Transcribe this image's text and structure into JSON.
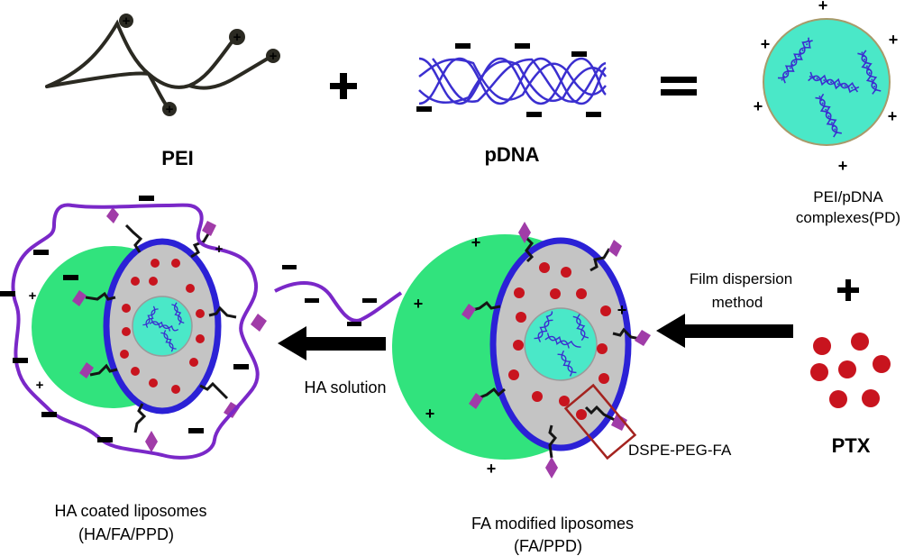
{
  "labels": {
    "pei": "PEI",
    "pdna": "pDNA",
    "pd_line1": "PEI/pDNA",
    "pd_line2": "complexes(PD)",
    "film_line1": "Film dispersion",
    "film_line2": "method",
    "ptx": "PTX",
    "dspe": "DSPE-PEG-FA",
    "ha_solution": "HA solution",
    "ha_lipo_line1": "HA coated liposomes",
    "ha_lipo_line2": "(HA/FA/PPD)",
    "fa_lipo_line1": "FA modified liposomes",
    "fa_lipo_line2": "(FA/PPD)"
  },
  "colors": {
    "pei_chain": "#2b2a22",
    "cation_red": "#c8102e",
    "dna_blue": "#3b2fd0",
    "complex_core": "#4ae8c8",
    "liposome_green": "#31e37d",
    "bilayer_blue": "#2b21d6",
    "aqueous_gray": "#c4c4c4",
    "ptx_red": "#c8141e",
    "peg_black": "#151515",
    "fa_purple": "#a03ca8",
    "ha_purple": "#7a28c8",
    "box_outline": "#a4231f"
  },
  "icons": {
    "plus": "plus-icon",
    "equals": "equals-icon",
    "arrow_left": "arrow-left-icon"
  }
}
